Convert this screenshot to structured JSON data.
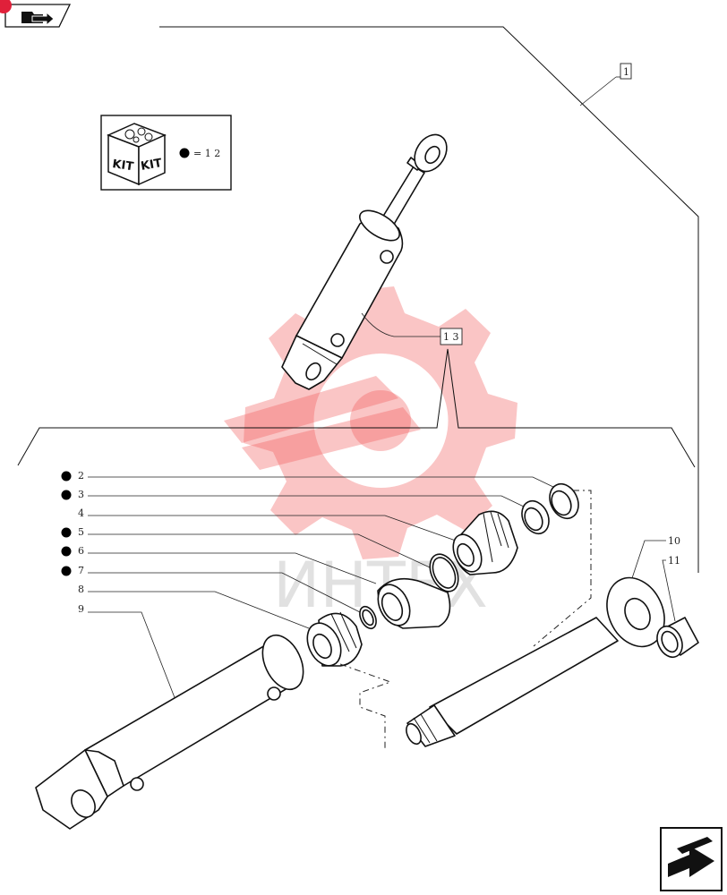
{
  "header": {
    "nav_icon": "folder-arrow-icon",
    "badge_color": "#e0203a"
  },
  "kit_box": {
    "kit_label_left": "KIT",
    "kit_label_right": "KIT",
    "equals_text": "= 1 2"
  },
  "watermark": {
    "text": "ИНТЕХ",
    "color": "#f25a5a"
  },
  "callouts": {
    "assembly": "1",
    "cylinder_kit": "1 3",
    "seal_2": "2",
    "seal_3": "3",
    "part_4": "4",
    "seal_5": "5",
    "seal_6": "6",
    "seal_7": "7",
    "part_8": "8",
    "part_9": "9",
    "part_10": "10",
    "part_11": "11"
  },
  "footer": {
    "nav_icon": "next-page-arrow-icon"
  }
}
